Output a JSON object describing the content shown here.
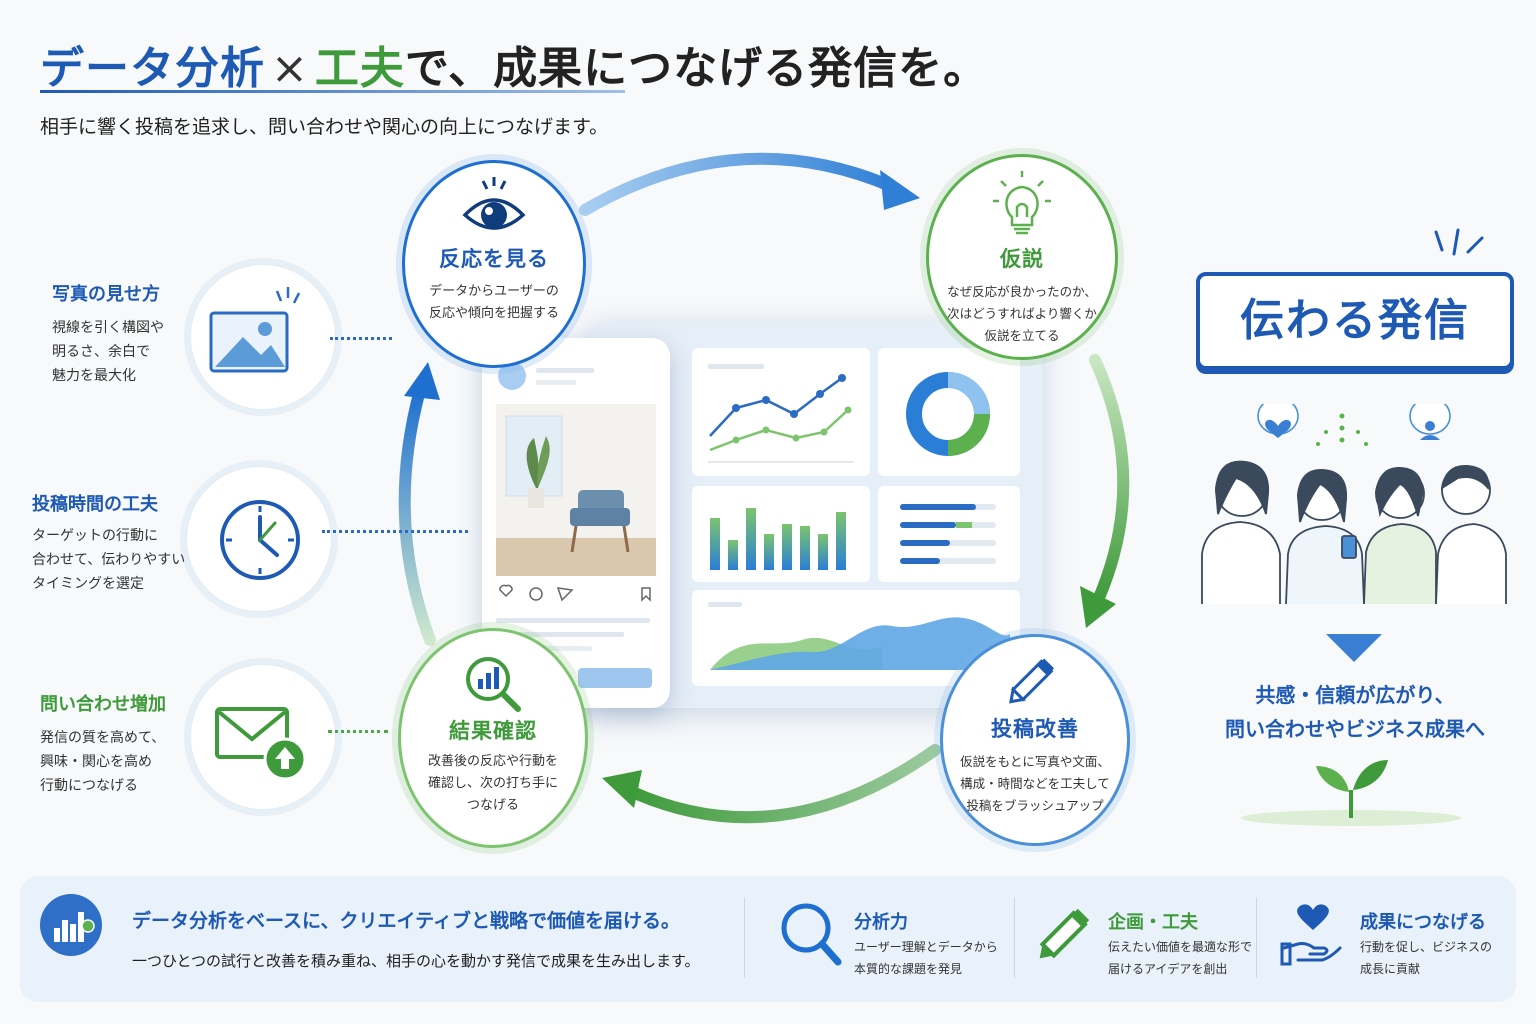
{
  "header": {
    "title_part1": "データ分析",
    "title_times": "×",
    "title_part2": "工夫",
    "title_part3": "で、成果につなげる発信を。",
    "subtitle": "相手に響く投稿を追求し、問い合わせや関心の向上につなげます。"
  },
  "left_items": [
    {
      "title": "写真の見せ方",
      "lines": [
        "視線を引く構図や",
        "明るさ、余白で",
        "魅力を最大化"
      ],
      "icon": "image-icon"
    },
    {
      "title": "投稿時間の工夫",
      "lines": [
        "ターゲットの行動に",
        "合わせて、伝わりやすい",
        "タイミングを選定"
      ],
      "icon": "clock-icon"
    },
    {
      "title": "問い合わせ増加",
      "lines": [
        "発信の質を高めて、",
        "興味・関心を高め",
        "行動につなげる"
      ],
      "icon": "mail-upload-icon"
    }
  ],
  "cycle": [
    {
      "title": "反応を見る",
      "lines": [
        "データからユーザーの",
        "反応や傾向を把握する"
      ],
      "icon": "eye-icon"
    },
    {
      "title": "仮説",
      "lines": [
        "なぜ反応が良かったのか、",
        "次はどうすればより響くか",
        "仮説を立てる"
      ],
      "icon": "lightbulb-icon"
    },
    {
      "title": "投稿改善",
      "lines": [
        "仮説をもとに写真や文面、",
        "構成・時間などを工夫して",
        "投稿をブラッシュアップ"
      ],
      "icon": "pencil-icon"
    },
    {
      "title": "結果確認",
      "lines": [
        "改善後の反応や行動を",
        "確認し、次の打ち手に",
        "つなげる"
      ],
      "icon": "chart-magnifier-icon"
    }
  ],
  "right": {
    "headline": "伝わる発信",
    "outcome_lines": [
      "共感・信頼が広がり、",
      "問い合わせやビジネス成果へ"
    ]
  },
  "bottom": {
    "main_title": "データ分析をベースに、クリエイティブと戦略で価値を届ける。",
    "main_text": "一つひとつの試行と改善を積み重ね、相手の心を動かす発信で成果を生み出します。",
    "features": [
      {
        "title": "分析力",
        "lines": [
          "ユーザー理解とデータから",
          "本質的な課題を発見"
        ],
        "icon": "magnifier-icon"
      },
      {
        "title": "企画・工夫",
        "lines": [
          "伝えたい価値を最適な形で",
          "届けるアイデアを創出"
        ],
        "icon": "pencil-icon"
      },
      {
        "title": "成果につなげる",
        "lines": [
          "行動を促し、ビジネスの",
          "成長に貢献"
        ],
        "icon": "hand-heart-icon"
      }
    ]
  },
  "colors": {
    "blue": "#1e5ab4",
    "green": "#3e9a3a",
    "light_blue": "#5b9bd8",
    "light_green": "#7cc46e"
  }
}
